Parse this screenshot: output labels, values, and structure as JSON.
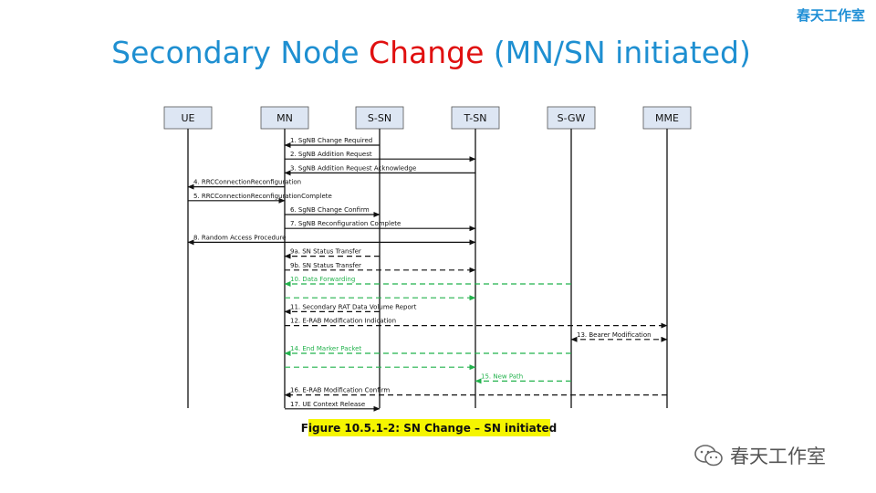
{
  "brand": "春天工作室",
  "title": {
    "pre": "Secondary Node ",
    "highlight": "Change",
    "post": " (MN/SN initiated)"
  },
  "nodes": [
    "UE",
    "MN",
    "S-SN",
    "T-SN",
    "S-GW",
    "MME"
  ],
  "messages": [
    {
      "label": "1. SgNB Change Required",
      "from": 2,
      "to": 1,
      "style": "solid",
      "color": "black"
    },
    {
      "label": "2. SgNB Addition Request",
      "from": 1,
      "to": 3,
      "style": "solid",
      "color": "black"
    },
    {
      "label": "3. SgNB Addition Request Acknowledge",
      "from": 3,
      "to": 1,
      "style": "solid",
      "color": "black"
    },
    {
      "label": "4. RRCConnectionReconfiguration",
      "from": 1,
      "to": 0,
      "style": "solid",
      "color": "black"
    },
    {
      "label": "5. RRCConnectionReconfigurationComplete",
      "from": 0,
      "to": 1,
      "style": "solid",
      "color": "black"
    },
    {
      "label": "6. SgNB Change Confirm",
      "from": 1,
      "to": 2,
      "style": "solid",
      "color": "black"
    },
    {
      "label": "7. SgNB Reconfiguration Complete",
      "from": 1,
      "to": 3,
      "style": "solid",
      "color": "black"
    },
    {
      "label": "8. Random Access Procedure",
      "from": 0,
      "to": 3,
      "style": "solid",
      "color": "black",
      "both": true
    },
    {
      "label": "9a. SN Status Transfer",
      "from": 2,
      "to": 1,
      "style": "dashed",
      "color": "black"
    },
    {
      "label": "9b. SN Status Transfer",
      "from": 1,
      "to": 3,
      "style": "dashed",
      "color": "black"
    },
    {
      "label": "10. Data Forwarding",
      "from": 4,
      "to": 1,
      "style": "dashed",
      "color": "green",
      "segments": [
        [
          4,
          2
        ],
        [
          2,
          1
        ]
      ]
    },
    {
      "label": "",
      "from": 1,
      "to": 3,
      "style": "dashed",
      "color": "green",
      "segments": [
        [
          1,
          2
        ],
        [
          2,
          3
        ]
      ]
    },
    {
      "label": "11. Secondary RAT Data Volume Report",
      "from": 2,
      "to": 1,
      "style": "dashed",
      "color": "black"
    },
    {
      "label": "12. E-RAB Modification Indication",
      "from": 1,
      "to": 5,
      "style": "dashed",
      "color": "black"
    },
    {
      "label": "13. Bearer Modification",
      "from": 4,
      "to": 5,
      "style": "dashed",
      "color": "black",
      "both": true
    },
    {
      "label": "14. End Marker Packet",
      "from": 4,
      "to": 1,
      "style": "dashed",
      "color": "green",
      "segments": [
        [
          4,
          2
        ],
        [
          2,
          1
        ]
      ]
    },
    {
      "label": "",
      "from": 1,
      "to": 3,
      "style": "dashed",
      "color": "green",
      "segments": [
        [
          1,
          2
        ],
        [
          2,
          3
        ]
      ]
    },
    {
      "label": "15. New Path",
      "from": 4,
      "to": 3,
      "style": "dashed",
      "color": "green"
    },
    {
      "label": "16. E-RAB Modification Confirm",
      "from": 5,
      "to": 1,
      "style": "dashed",
      "color": "black"
    },
    {
      "label": "17. UE Context Release",
      "from": 1,
      "to": 2,
      "style": "solid",
      "color": "black"
    }
  ],
  "caption": "Figure 10.5.1-2: SN Change – SN initiated",
  "colors": {
    "title": "#1e8fd1",
    "highlight": "#e01010",
    "green": "#22b24c",
    "caption_bg": "#f5f500",
    "box": "#dde6f3"
  },
  "watermark": {
    "icon": "wechat-icon",
    "text": "春天工作室"
  }
}
